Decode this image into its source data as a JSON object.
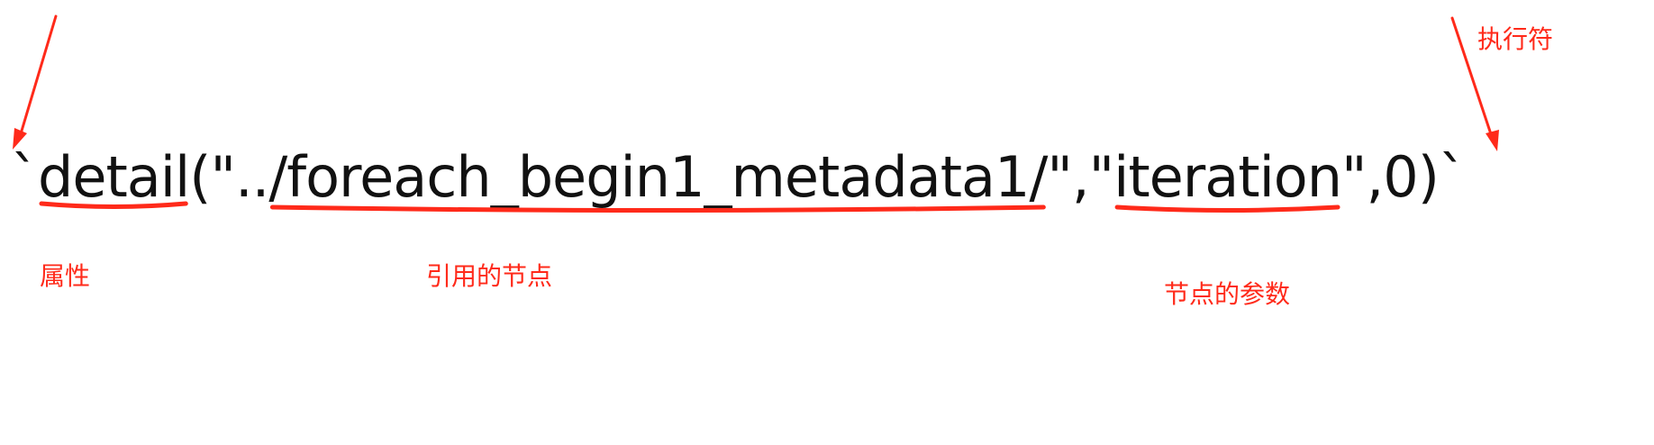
{
  "expression": {
    "backtick_open": "`",
    "attr": "detail",
    "open_quote": "(\"..",
    "node_ref": "/foreach_begin1_metadata1/",
    "mid": "\",\"",
    "param": "iteration",
    "close": "\",0)",
    "backtick_close": "`"
  },
  "labels": {
    "attribute": "属性",
    "referenced_node": "引用的节点",
    "node_parameter": "节点的参数",
    "executor": "执行符"
  },
  "colors": {
    "annotation": "#ff2a1a",
    "text": "#111111"
  }
}
